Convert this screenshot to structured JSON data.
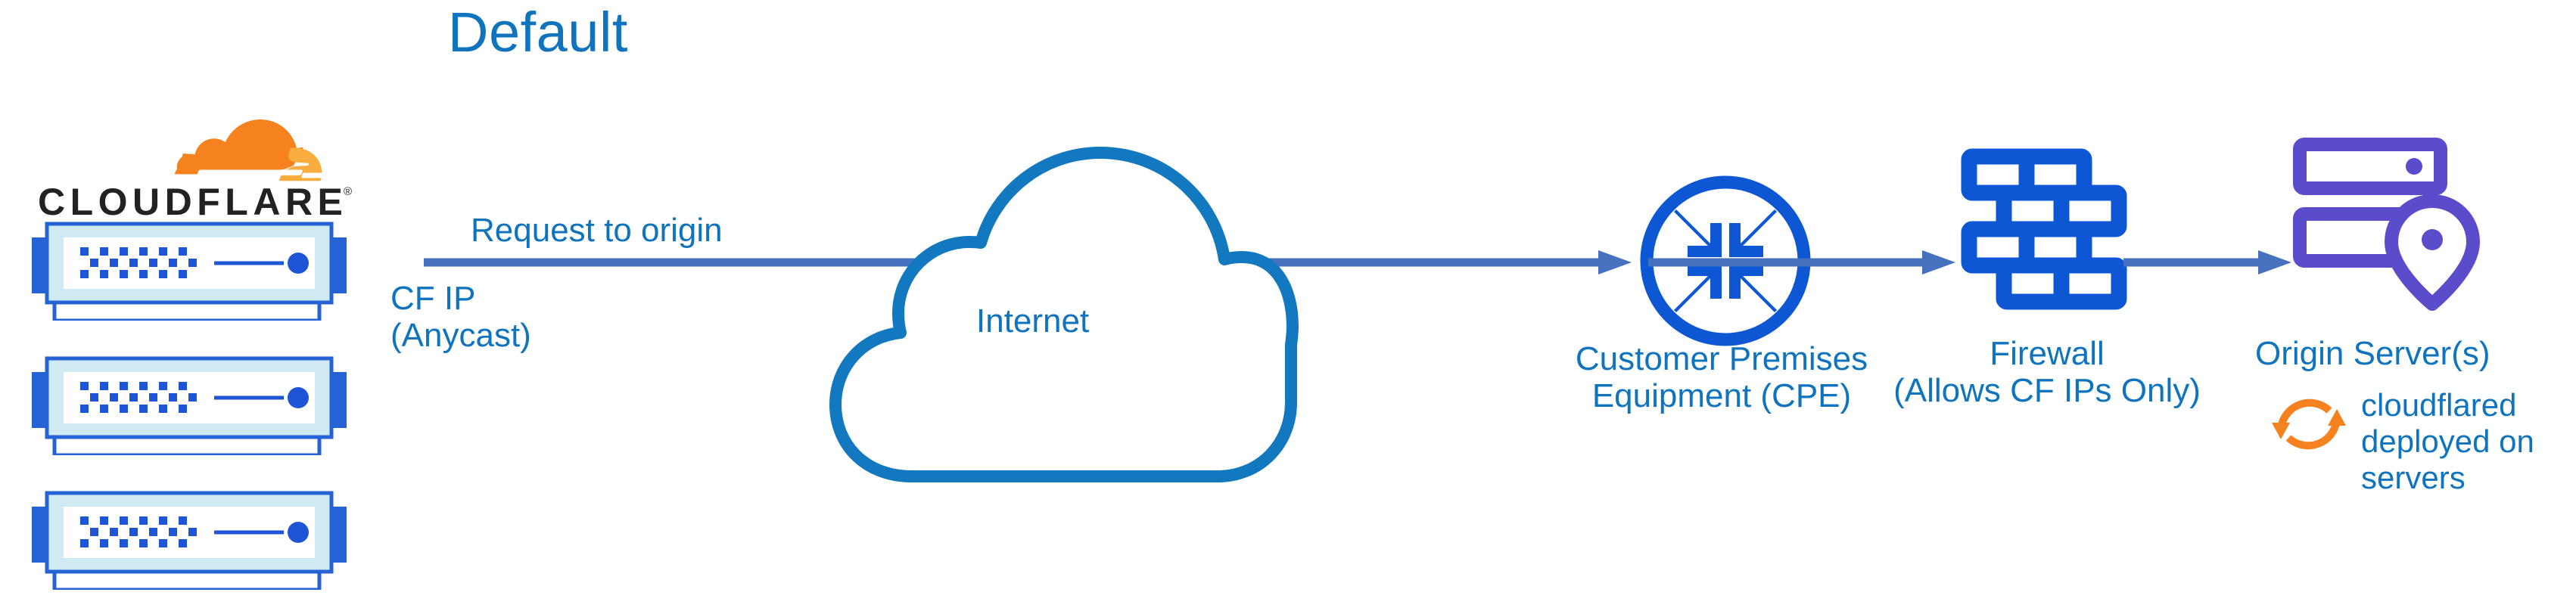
{
  "diagram": {
    "title": "Default",
    "colors": {
      "title_blue": "#0f74bd",
      "label_blue": "#0f74bd",
      "cloud_outline_blue": "#1278bf",
      "arrow_blue": "#4571be",
      "icon_blue": "#0d57d4",
      "origin_purple": "#5b4ccb",
      "cloudflare_orange": "#f6821f",
      "cloudflare_orange_light": "#faad3f",
      "wordmark_black": "#222222",
      "server_fill_light": "#cfeaf3",
      "server_border": "#2563d4"
    },
    "nodes": {
      "cloudflare_edge": {
        "logo_wordmark": "CLOUDFLARE",
        "logo_trademark": "®",
        "icon": "cloudflare-cloud-logo",
        "server_count": 3,
        "server_icon": "network-switch-icon"
      },
      "internet": {
        "label": "Internet",
        "icon": "cloud-outline-icon"
      },
      "cpe": {
        "label": "Customer Premises\nEquipment (CPE)",
        "icon": "router-four-arrows-icon"
      },
      "firewall": {
        "label": "Firewall\n(Allows CF IPs Only)",
        "icon": "brick-wall-icon"
      },
      "origin": {
        "label": "Origin Server(s)",
        "icon": "server-rack-location-pin-icon"
      },
      "cloudflared": {
        "label": "cloudflared\ndeployed on\nservers",
        "icon": "orange-sync-arrows-icon"
      }
    },
    "connectors": {
      "origin_request": {
        "label": "Request to origin",
        "sublabel": "CF IP\n(Anycast)",
        "from": "cloudflare_edge",
        "to": "cpe",
        "through": "internet",
        "icon": "arrow-right-icon"
      },
      "cpe_to_firewall": {
        "from": "cpe",
        "to": "firewall",
        "icon": "arrow-right-icon"
      },
      "firewall_to_origin": {
        "from": "firewall",
        "to": "origin",
        "icon": "arrow-right-icon"
      }
    }
  }
}
